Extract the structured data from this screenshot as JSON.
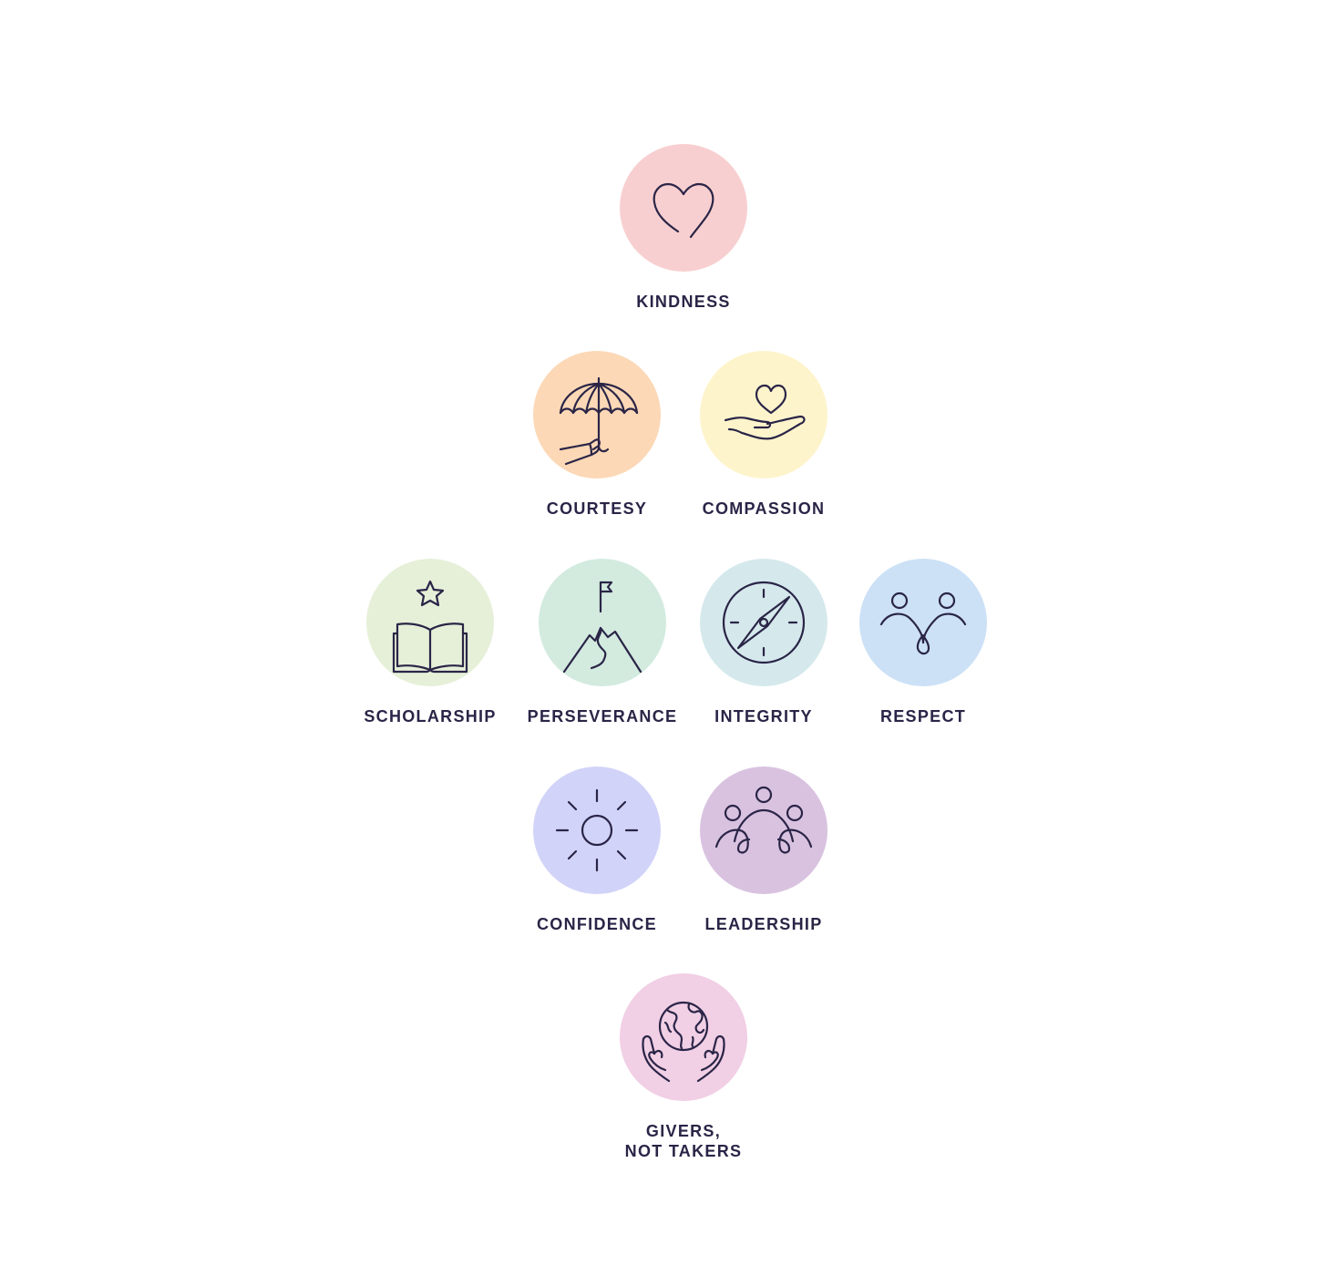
{
  "colors": {
    "text": "#2a2547",
    "icon_stroke": "#2a2547",
    "background": "#ffffff"
  },
  "values": [
    {
      "key": "kindness",
      "label": "KINDNESS",
      "icon": "heart-icon",
      "color": "#f8cfd0"
    },
    {
      "key": "courtesy",
      "label": "COURTESY",
      "icon": "umbrella-icon",
      "color": "#fcd8b6"
    },
    {
      "key": "compassion",
      "label": "COMPASSION",
      "icon": "heart-in-hand-icon",
      "color": "#fef4cc"
    },
    {
      "key": "scholarship",
      "label": "SCHOLARSHIP",
      "icon": "open-book-star-icon",
      "color": "#e6f0d9"
    },
    {
      "key": "perseverance",
      "label": "PERSEVERANCE",
      "icon": "mountain-flag-icon",
      "color": "#d3ebdf"
    },
    {
      "key": "integrity",
      "label": "INTEGRITY",
      "icon": "compass-icon",
      "color": "#d5e9ec"
    },
    {
      "key": "respect",
      "label": "RESPECT",
      "icon": "two-people-icon",
      "color": "#cce1f6"
    },
    {
      "key": "confidence",
      "label": "CONFIDENCE",
      "icon": "sun-icon",
      "color": "#d2d3f8"
    },
    {
      "key": "leadership",
      "label": "LEADERSHIP",
      "icon": "group-icon",
      "color": "#d9c2e0"
    },
    {
      "key": "givers",
      "label_line1": "GIVERS,",
      "label_line2": "NOT TAKERS",
      "icon": "hands-globe-icon",
      "color": "#f1cfe5"
    }
  ]
}
